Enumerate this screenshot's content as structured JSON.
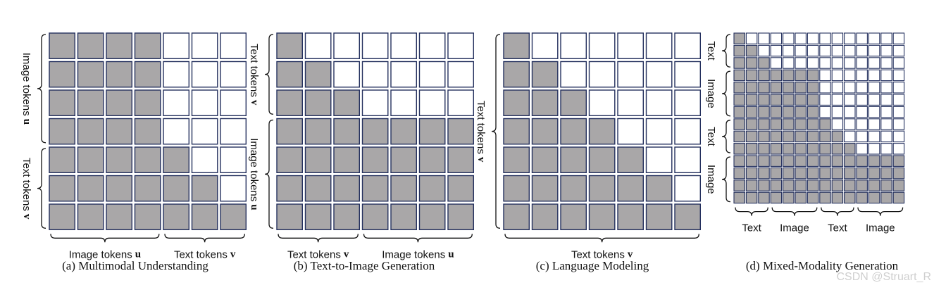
{
  "colors": {
    "filled": "#a9a7a8",
    "empty": "#ffffff",
    "border": "#24305e",
    "bracket": "#111111",
    "watermark": "#cfcfcf"
  },
  "panels": [
    {
      "id": "a",
      "rows": 7,
      "cols": 7,
      "mask": "multimodal-understanding",
      "row_groups": [
        {
          "label": "Image tokens",
          "var": "u",
          "span": 4
        },
        {
          "label": "Text tokens",
          "var": "v",
          "span": 3
        }
      ],
      "col_groups": [
        {
          "label": "Image tokens",
          "var": "u",
          "span": 4
        },
        {
          "label": "Text tokens",
          "var": "v",
          "span": 3
        }
      ],
      "caption": "(a) Multimodal Understanding"
    },
    {
      "id": "b",
      "rows": 7,
      "cols": 7,
      "mask": "text-to-image",
      "row_groups": [
        {
          "label": "Text tokens",
          "var": "v",
          "span": 3
        },
        {
          "label": "Image tokens",
          "var": "u",
          "span": 4
        }
      ],
      "col_groups": [
        {
          "label": "Text tokens",
          "var": "v",
          "span": 3
        },
        {
          "label": "Image tokens",
          "var": "u",
          "span": 4
        }
      ],
      "caption": "(b) Text-to-Image Generation"
    },
    {
      "id": "c",
      "rows": 7,
      "cols": 7,
      "mask": "causal",
      "row_groups": [
        {
          "label": "Text tokens",
          "var": "v",
          "span": 7
        }
      ],
      "col_groups": [
        {
          "label": "Text tokens",
          "var": "v",
          "span": 7
        }
      ],
      "caption": "(c) Language Modeling"
    },
    {
      "id": "d",
      "rows": 14,
      "cols": 14,
      "mask": "mixed-modality",
      "row_groups": [
        {
          "label": "Text",
          "var": "",
          "span": 3
        },
        {
          "label": "Image",
          "var": "",
          "span": 4
        },
        {
          "label": "Text",
          "var": "",
          "span": 3
        },
        {
          "label": "Image",
          "var": "",
          "span": 4
        }
      ],
      "col_groups": [
        {
          "label": "Text",
          "var": "",
          "span": 3
        },
        {
          "label": "Image",
          "var": "",
          "span": 4
        },
        {
          "label": "Text",
          "var": "",
          "span": 3
        },
        {
          "label": "Image",
          "var": "",
          "span": 4
        }
      ],
      "caption": "(d) Mixed-Modality Generation"
    }
  ],
  "watermark": "CSDN @Struart_R"
}
